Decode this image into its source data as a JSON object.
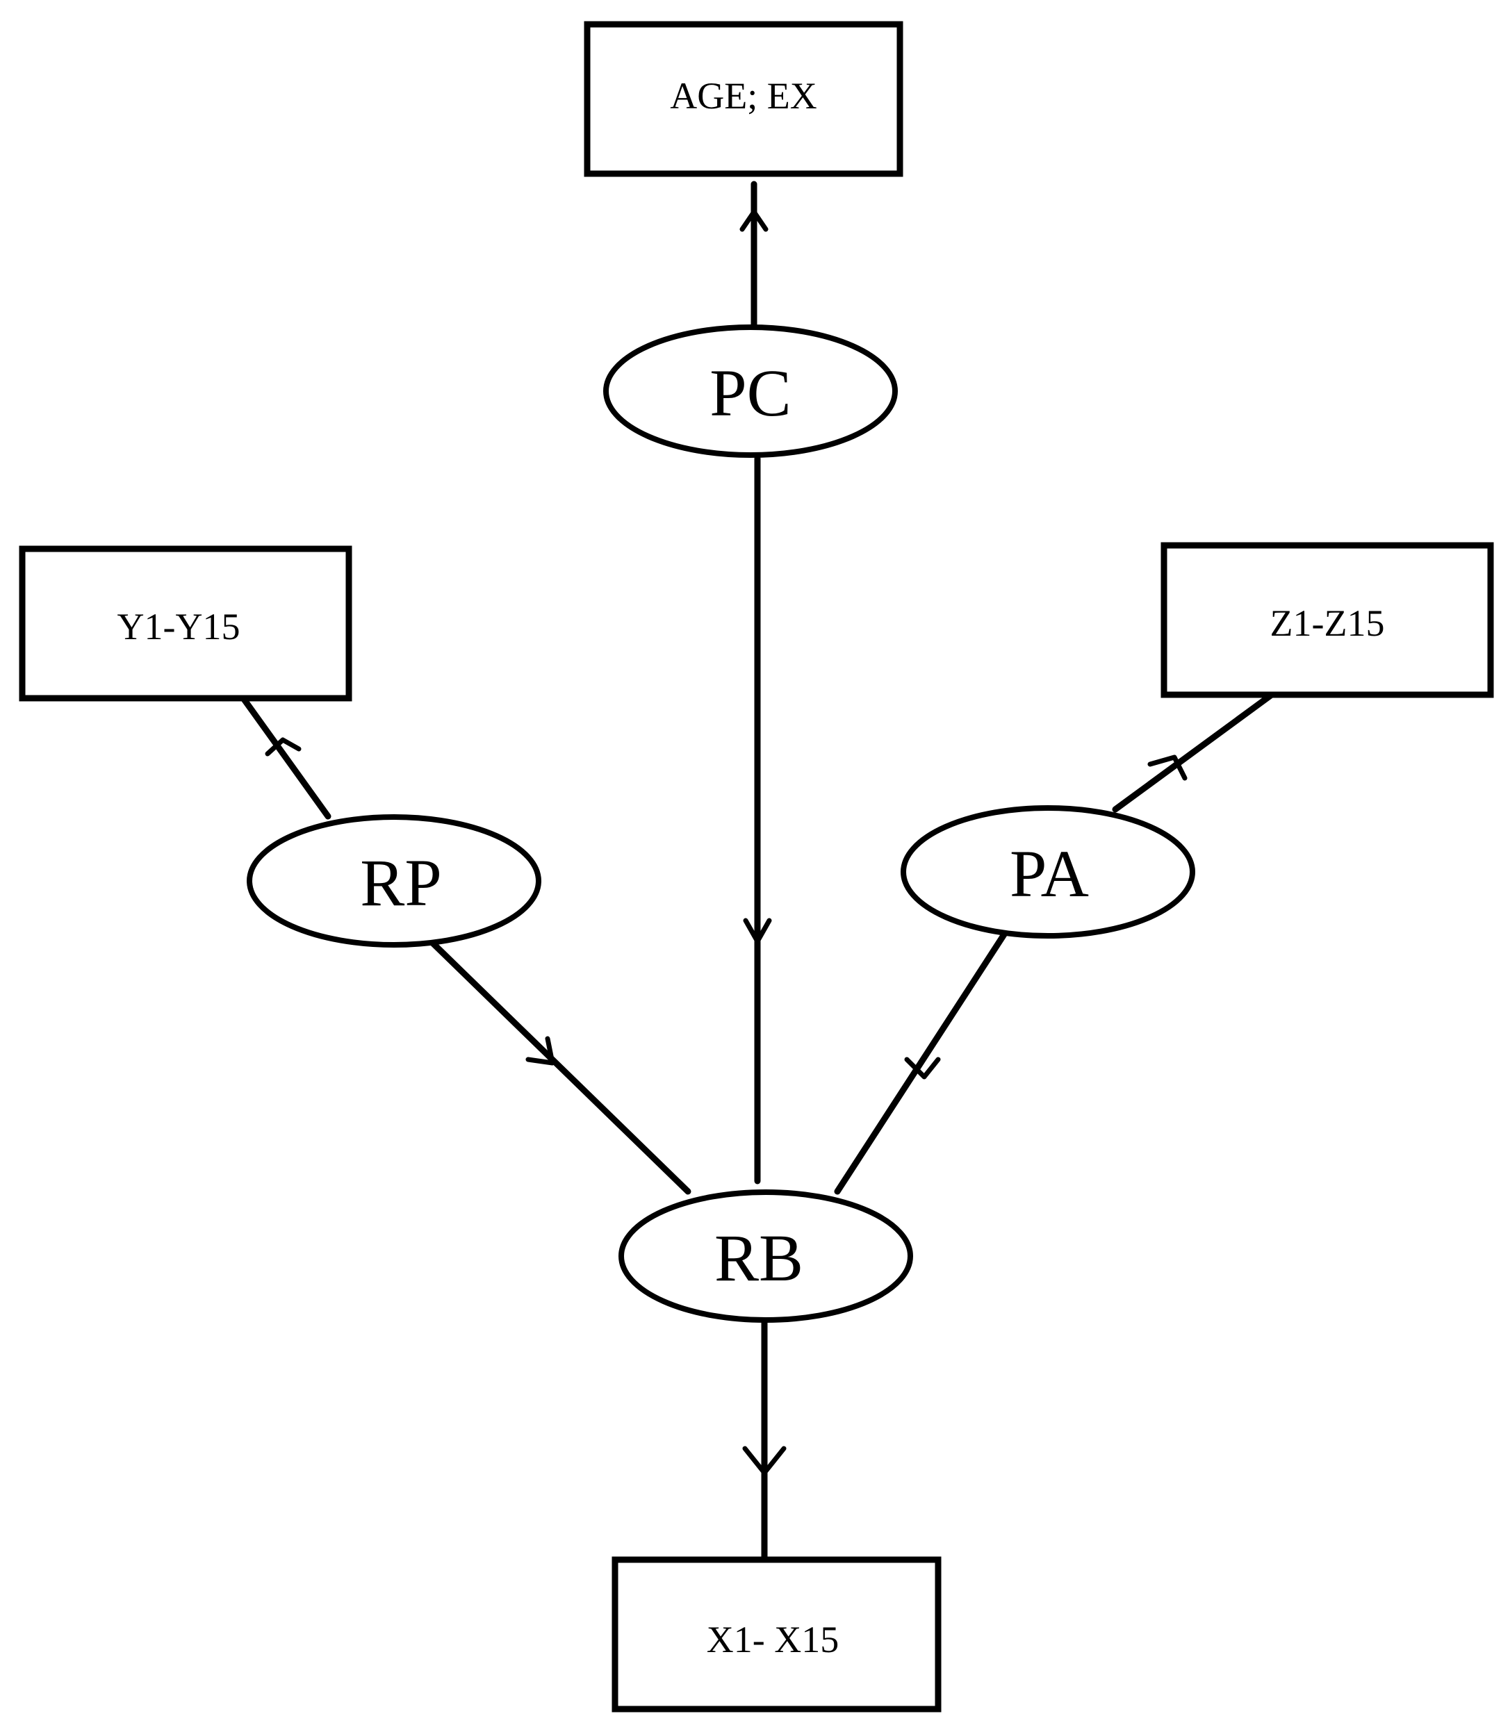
{
  "boxes": {
    "age_ex": "AGE; EX",
    "y_items": "Y1-Y15",
    "z_items": "Z1-Z15",
    "x_items": "X1- X15"
  },
  "latents": {
    "pc": "PC",
    "rp": "RP",
    "pa": "PA",
    "rb": "RB"
  },
  "edges": [
    {
      "from": "PC",
      "to": "AGE; EX"
    },
    {
      "from": "PC",
      "to": "RB"
    },
    {
      "from": "RP",
      "to": "Y1-Y15"
    },
    {
      "from": "RP",
      "to": "RB"
    },
    {
      "from": "PA",
      "to": "Z1-Z15"
    },
    {
      "from": "PA",
      "to": "RB"
    },
    {
      "from": "RB",
      "to": "X1- X15"
    }
  ]
}
